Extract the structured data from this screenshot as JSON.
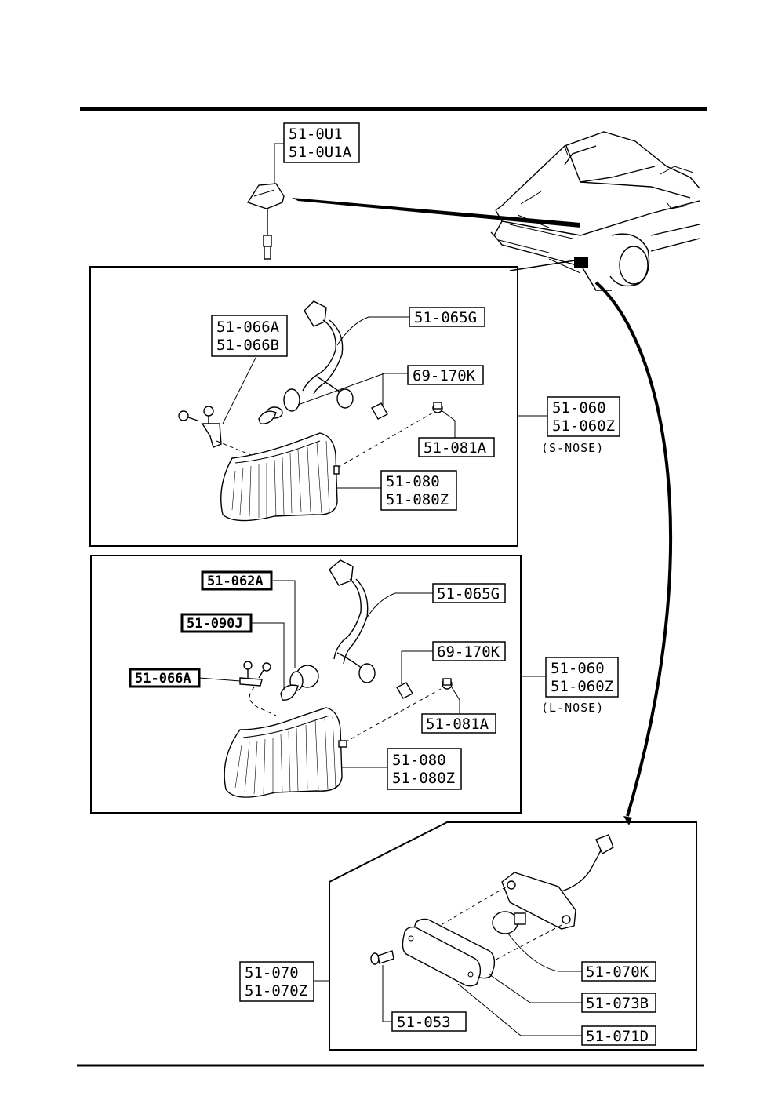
{
  "labels": {
    "side_marker_upper_1": "51-0U1",
    "side_marker_upper_2": "51-0U1A",
    "s_nose": {
      "bracket_1": "51-066A",
      "bracket_2": "51-066B",
      "harness": "51-065G",
      "bulb": "69-170K",
      "clip": "51-081A",
      "lens_1": "51-080",
      "lens_2": "51-080Z",
      "assy_1": "51-060",
      "assy_2": "51-060Z",
      "variant": "(S-NOSE)"
    },
    "l_nose": {
      "part_a": "51-062A",
      "part_b": "51-090J",
      "part_c": "51-066A",
      "harness": "51-065G",
      "bulb": "69-170K",
      "clip": "51-081A",
      "lens_1": "51-080",
      "lens_2": "51-080Z",
      "assy_1": "51-060",
      "assy_2": "51-060Z",
      "variant": "(L-NOSE)"
    },
    "side_marker": {
      "assy_1": "51-070",
      "assy_2": "51-070Z",
      "bulb": "51-070K",
      "gasket": "51-073B",
      "lens": "51-071D",
      "screw": "51-053"
    }
  }
}
